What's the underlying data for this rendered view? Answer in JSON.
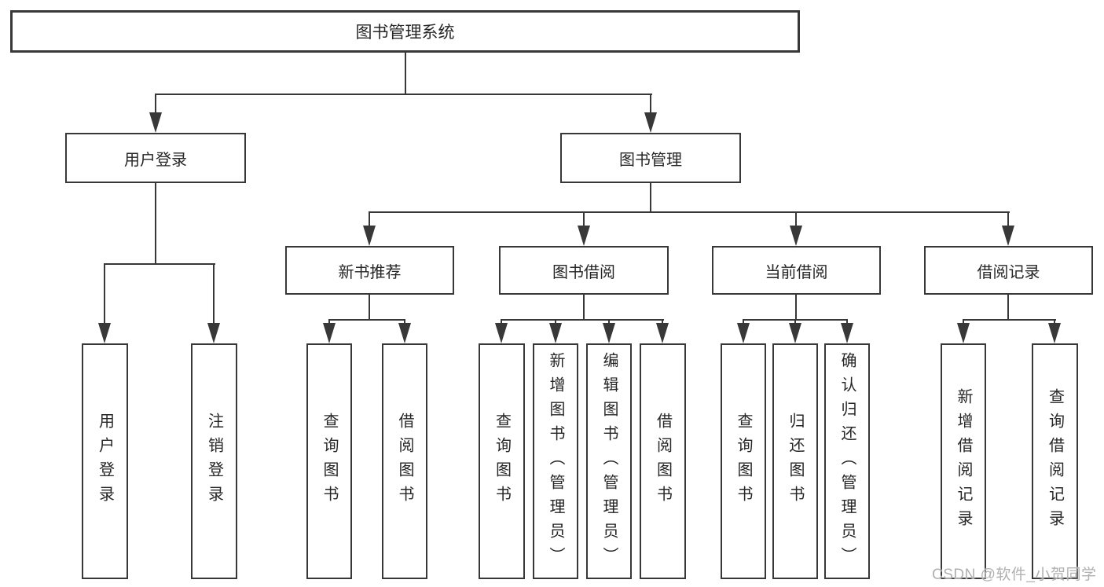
{
  "tree": {
    "root": {
      "label": "图书管理系统"
    },
    "branches": [
      {
        "label": "用户登录",
        "children": [
          {
            "label": "用户登录"
          },
          {
            "label": "注销登录"
          }
        ]
      },
      {
        "label": "图书管理",
        "children": [
          {
            "label": "新书推荐",
            "children": [
              {
                "label": "查询图书"
              },
              {
                "label": "借阅图书"
              }
            ]
          },
          {
            "label": "图书借阅",
            "children": [
              {
                "label": "查询图书"
              },
              {
                "label": "新增图书（管理员）"
              },
              {
                "label": "编辑图书（管理员）"
              },
              {
                "label": "借阅图书"
              }
            ]
          },
          {
            "label": "当前借阅",
            "children": [
              {
                "label": "查询图书"
              },
              {
                "label": "归还图书"
              },
              {
                "label": "确认归还（管理员）"
              }
            ]
          },
          {
            "label": "借阅记录",
            "children": [
              {
                "label": "新增借阅记录"
              },
              {
                "label": "查询借阅记录"
              }
            ]
          }
        ]
      }
    ]
  },
  "watermark": {
    "text": "CSDN @软件_小贺同学",
    "color": "#b0b0b0"
  },
  "colors": {
    "line": "#383838",
    "box_border": "#383838",
    "text": "#262626",
    "background": "#ffffff"
  }
}
